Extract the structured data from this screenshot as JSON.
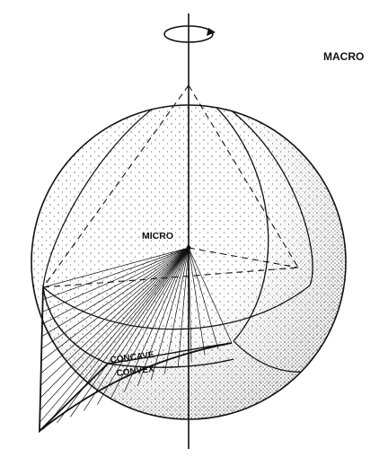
{
  "labels": {
    "macro": "MACRO",
    "micro": "MICRO",
    "concave": "CONCAVE",
    "convex": "CONVEX"
  },
  "colors": {
    "ink": "#111111",
    "paper": "#ffffff"
  },
  "icons": {
    "rotation": "rotation-arrow-icon"
  }
}
